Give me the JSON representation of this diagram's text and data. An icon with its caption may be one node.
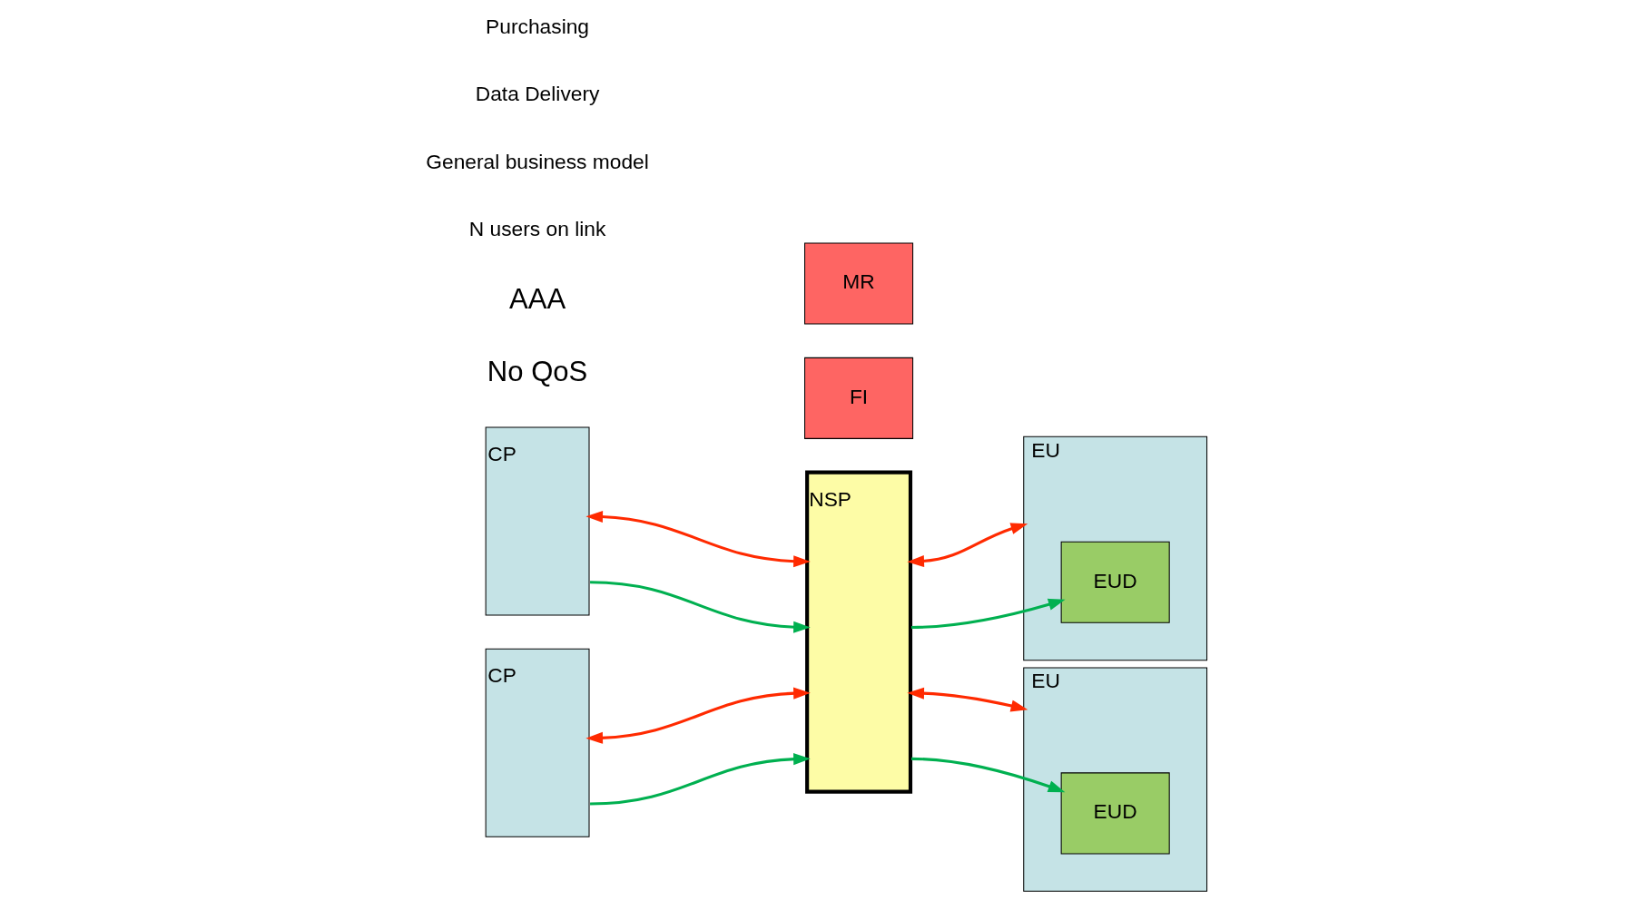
{
  "diagram": {
    "nodes": [
      {
        "text": [
          "MR"
        ]
      },
      {
        "text": [
          "FI"
        ]
      },
      {
        "text": [
          "NSP"
        ]
      },
      {
        "text": [
          "CP"
        ]
      },
      {
        "text": [
          "CP"
        ]
      },
      {
        "text": [
          "EU"
        ]
      },
      {
        "text": [
          "EUD"
        ],
        "in": 5
      },
      {
        "text": [
          "EU"
        ]
      },
      {
        "text": [
          "EUD"
        ],
        "in": 7
      }
    ],
    "edges": [
      {
        "from": 3,
        "to": 2,
        "arrow": "both",
        "color": "#ff2a00"
      },
      {
        "from": 3,
        "to": 2,
        "arrow": "to",
        "color": "#00b050"
      },
      {
        "from": 4,
        "to": 2,
        "arrow": "both",
        "color": "#ff2a00"
      },
      {
        "from": 4,
        "to": 2,
        "arrow": "to",
        "color": "#00b050"
      },
      {
        "from": 2,
        "to": 5,
        "arrow": "both",
        "color": "#ff2a00"
      },
      {
        "from": 2,
        "to": 6,
        "arrow": "to",
        "color": "#00b050"
      },
      {
        "from": 2,
        "to": 7,
        "arrow": "both",
        "color": "#ff2a00"
      },
      {
        "from": 2,
        "to": 8,
        "arrow": "to",
        "color": "#00b050"
      }
    ],
    "labels": [
      "AAA",
      "No QoS",
      "General business model",
      "N users on link"
    ],
    "legend": [
      {
        "text": "Purchasing"
      },
      {
        "text": "Data Delivery"
      }
    ]
  }
}
